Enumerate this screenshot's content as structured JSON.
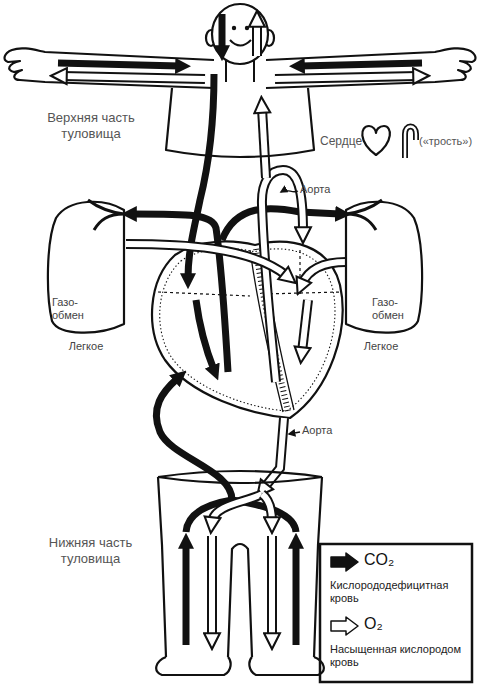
{
  "diagram": {
    "nodes": [
      {
        "text": [
          "Верхняя часть туловища"
        ]
      },
      {
        "text": [
          "Газо-обмен",
          "Легкое"
        ]
      },
      {
        "text": [
          "Газо-обмен",
          "Легкое"
        ]
      },
      {
        "text": [
          "Нижняя часть туловища"
        ]
      }
    ],
    "labels": [
      "Сердце",
      "(«трость»)",
      "Аорта",
      "Аорта",
      "CO₂",
      "O₂"
    ],
    "legend": [
      {
        "text": "Кислорододефицитная кровь"
      },
      {
        "text": "Насыщенная кислородом кровь"
      }
    ]
  }
}
